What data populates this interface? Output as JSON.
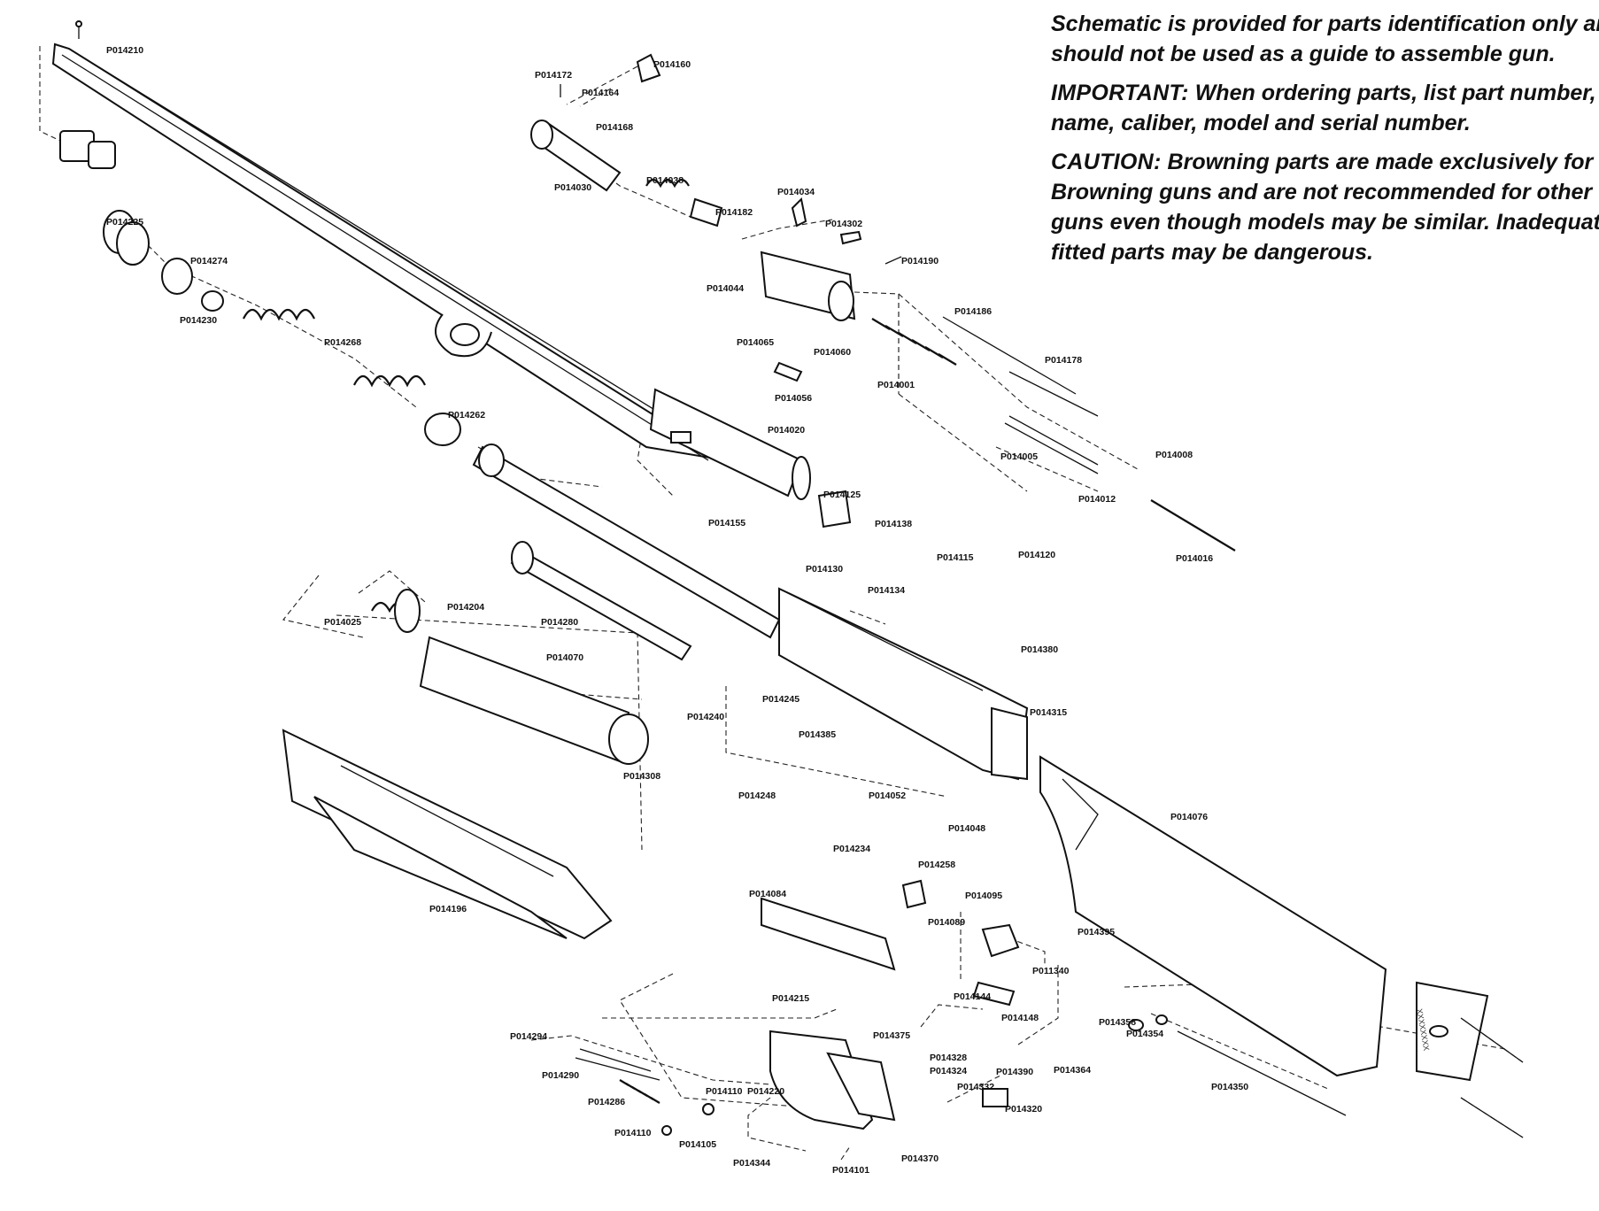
{
  "notes": {
    "line1": "Schematic is provided for parts identification only and",
    "line2": "should not be used as a guide to assemble gun.",
    "important_label": "IMPORTANT:",
    "important_text": " When ordering parts, list part number,",
    "important_line2": "name, caliber, model and serial number.",
    "caution_label": "CAUTION:",
    "caution_text": " Browning parts are made exclusively for",
    "caution_line2": "Browning guns and are not recommended for other",
    "caution_line3": "guns even though models may be similar. Inadequately",
    "caution_line4": "fitted parts may be dangerous."
  },
  "stamp_text": "XXXXXXXX",
  "part_labels": [
    "P014210",
    "P014172",
    "P014160",
    "P014164",
    "P014168",
    "P014030",
    "P014038",
    "P014034",
    "P014182",
    "P014302",
    "P014190",
    "P014044",
    "P014225",
    "P014274",
    "P014230",
    "P014268",
    "P014186",
    "P014065",
    "P014060",
    "P014178",
    "P014001",
    "P014056",
    "P014262",
    "P014020",
    "P014005",
    "P014008",
    "P014012",
    "P014125",
    "P014155",
    "P014138",
    "P014115",
    "P014120",
    "P014016",
    "P014130",
    "P014134",
    "P014280",
    "P014025",
    "P014204",
    "P014070",
    "P014380",
    "P014315",
    "P014245",
    "P014240",
    "P014385",
    "P014308",
    "P014052",
    "P014248",
    "P014048",
    "P014076",
    "P014234",
    "P014258",
    "P014084",
    "P014095",
    "P014196",
    "P014089",
    "P014395",
    "P011340",
    "P014215",
    "P014144",
    "P014148",
    "P014358",
    "P014354",
    "P014375",
    "P014294",
    "P014328",
    "P014324",
    "P014390",
    "P014364",
    "P014290",
    "P014110",
    "P014220",
    "P014332",
    "P014350",
    "P014286",
    "P014320",
    "P014110",
    "P014105",
    "P014370",
    "P014344",
    "P014101"
  ]
}
